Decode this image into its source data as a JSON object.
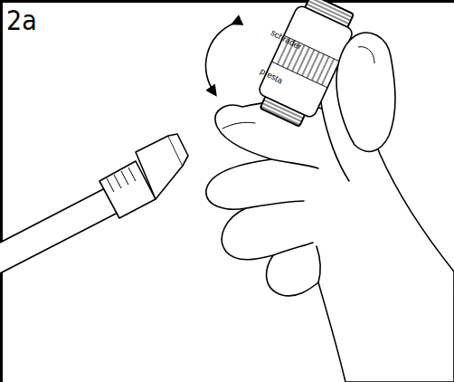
{
  "diagram": {
    "labels": [
      "2a",
      "schrader",
      "presta"
    ]
  }
}
